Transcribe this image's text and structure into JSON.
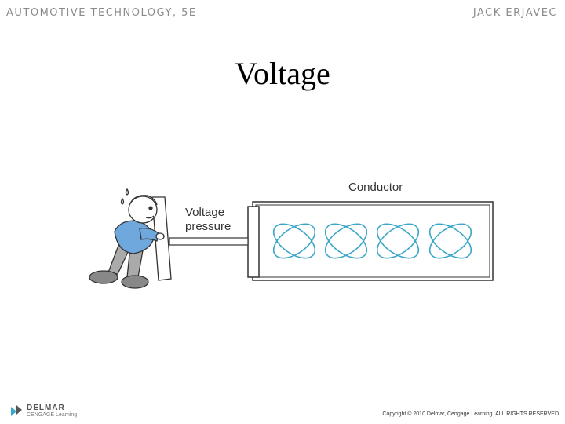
{
  "header": {
    "book_title": "AUTOMOTIVE TECHNOLOGY, 5E",
    "author": "JACK ERJAVEC"
  },
  "slide": {
    "title": "Voltage"
  },
  "figure": {
    "conductor_label": "Conductor",
    "pressure_label_line1": "Voltage",
    "pressure_label_line2": "pressure",
    "colors": {
      "electron_loops": "#3aa6c8",
      "outline": "#333333",
      "shirt": "#6fa8dc"
    }
  },
  "footer": {
    "logo_brand": "DELMAR",
    "logo_sub": "CENGAGE Learning",
    "copyright": "Copyright © 2010 Delmar, Cengage Learning. ALL RIGHTS RESERVED"
  }
}
